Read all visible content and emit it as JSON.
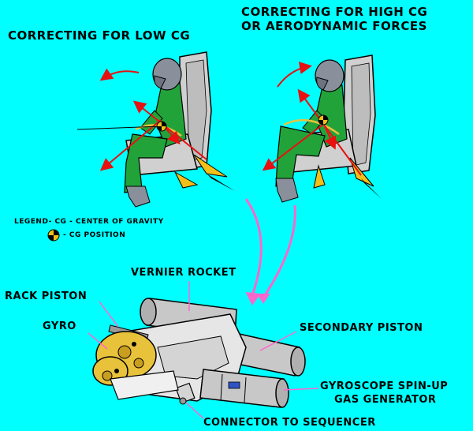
{
  "headings": {
    "low_cg": "CORRECTING FOR LOW CG",
    "high_cg_line1": "CORRECTING FOR HIGH CG",
    "high_cg_line2": "OR AERODYNAMIC FORCES"
  },
  "legend": {
    "line1": "LEGEND- CG - CENTER OF GRAVITY",
    "line2": "- CG POSITION",
    "symbol": "cg-position-icon"
  },
  "component_labels": {
    "vernier_rocket": "VERNIER ROCKET",
    "rack_piston": "RACK PISTON",
    "gyro": "GYRO",
    "secondary_piston": "SECONDARY PISTON",
    "gyroscope_spinup_line1": "GYROSCOPE SPIN-UP",
    "gyroscope_spinup_line2": "GAS GENERATOR",
    "connector": "CONNECTOR TO SEQUENCER"
  },
  "colors": {
    "background": "#00FFFF",
    "seat": "#D0D0D0",
    "pilot_suit": "#22A33A",
    "helmet": "#8A8F9C",
    "arrow_red": "#E81010",
    "flame": "#F2C019",
    "gyro_yellow": "#E8C23A",
    "pointer_pink": "#FF66CC"
  }
}
